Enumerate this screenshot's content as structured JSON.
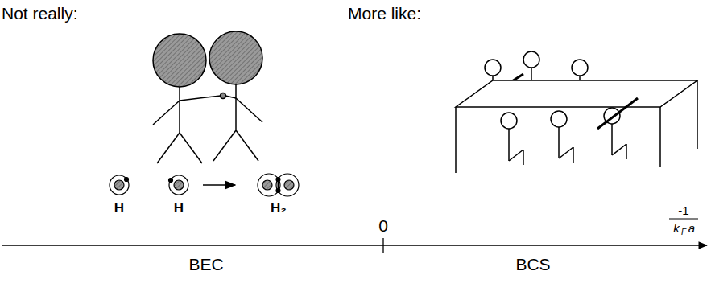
{
  "diagram": {
    "labels": [
      "Not really:",
      "More like:",
      "H",
      "H",
      "H₂",
      "0",
      "-1",
      "k",
      "F",
      "a",
      "BEC",
      "BCS"
    ]
  }
}
